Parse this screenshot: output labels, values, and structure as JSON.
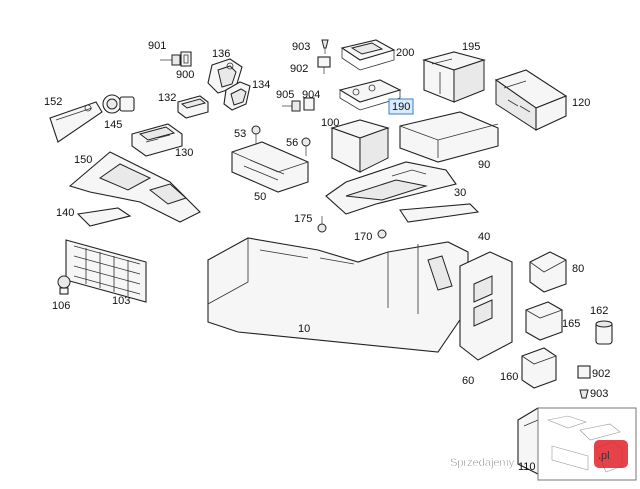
{
  "diagram": {
    "labels": [
      {
        "id": "901",
        "text": "901"
      },
      {
        "id": "900",
        "text": "900"
      },
      {
        "id": "136",
        "text": "136"
      },
      {
        "id": "134",
        "text": "134"
      },
      {
        "id": "152",
        "text": "152"
      },
      {
        "id": "145",
        "text": "145"
      },
      {
        "id": "132",
        "text": "132"
      },
      {
        "id": "130",
        "text": "130"
      },
      {
        "id": "903a",
        "text": "903"
      },
      {
        "id": "902a",
        "text": "902"
      },
      {
        "id": "200",
        "text": "200"
      },
      {
        "id": "195",
        "text": "195"
      },
      {
        "id": "905",
        "text": "905"
      },
      {
        "id": "904",
        "text": "904"
      },
      {
        "id": "190",
        "text": "190"
      },
      {
        "id": "100",
        "text": "100"
      },
      {
        "id": "120",
        "text": "120"
      },
      {
        "id": "53",
        "text": "53"
      },
      {
        "id": "56",
        "text": "56"
      },
      {
        "id": "150",
        "text": "150"
      },
      {
        "id": "90",
        "text": "90"
      },
      {
        "id": "50",
        "text": "50"
      },
      {
        "id": "30",
        "text": "30"
      },
      {
        "id": "140",
        "text": "140"
      },
      {
        "id": "175",
        "text": "175"
      },
      {
        "id": "170",
        "text": "170"
      },
      {
        "id": "40",
        "text": "40"
      },
      {
        "id": "80",
        "text": "80"
      },
      {
        "id": "106",
        "text": "106"
      },
      {
        "id": "103",
        "text": "103"
      },
      {
        "id": "10",
        "text": "10"
      },
      {
        "id": "162",
        "text": "162"
      },
      {
        "id": "165",
        "text": "165"
      },
      {
        "id": "60",
        "text": "60"
      },
      {
        "id": "160",
        "text": "160"
      },
      {
        "id": "902b",
        "text": "902"
      },
      {
        "id": "903b",
        "text": "903"
      },
      {
        "id": "110",
        "text": "110"
      }
    ],
    "highlighted": "190"
  },
  "watermark": {
    "brand": "Sprzedajemy",
    "suffix": ".pl"
  },
  "colors": {
    "highlight_fill": "#d9ecff",
    "highlight_stroke": "#3a7fc1",
    "watermark_red": "#e2222b"
  }
}
